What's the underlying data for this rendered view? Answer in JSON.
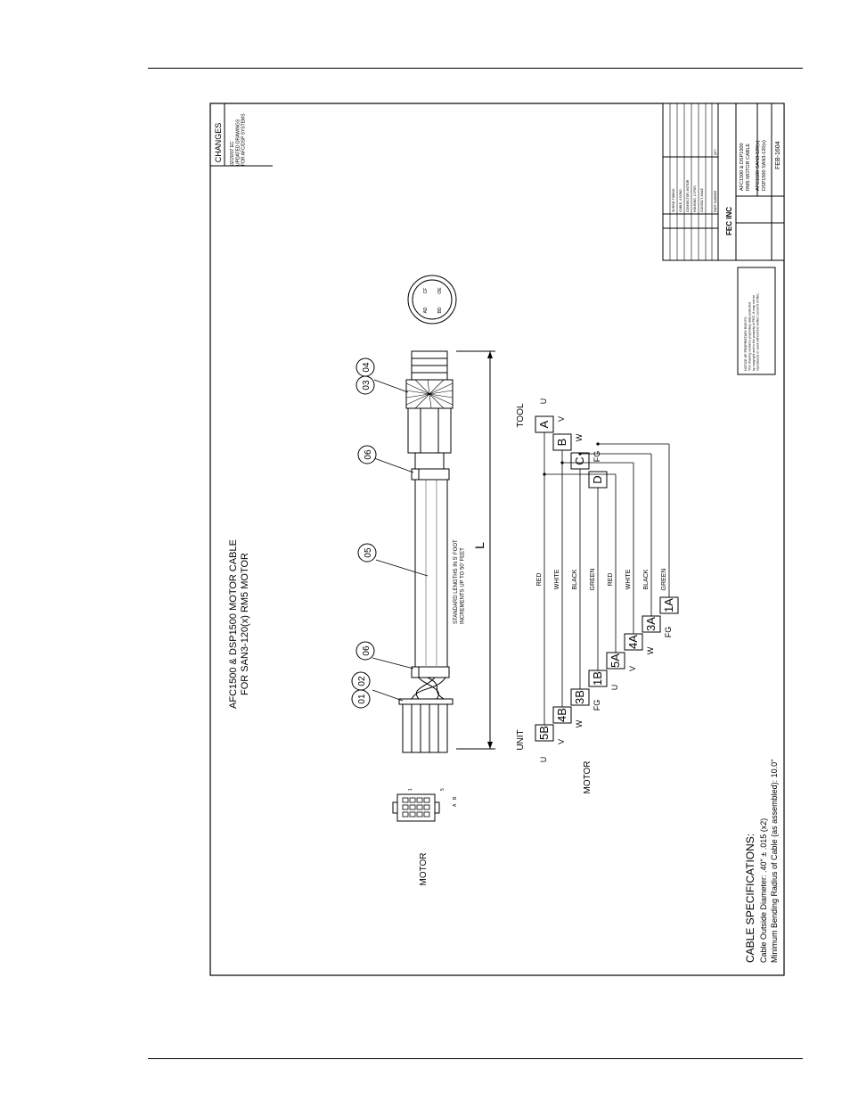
{
  "changes": {
    "heading": "CHANGES",
    "entry": "02/20/07 EC\nUPDATED DRAWINGS\nFOR AFC/DSP SYSTEMS"
  },
  "title": {
    "line1": "AFC1500 & DSP1500 MOTOR CABLE",
    "line2": "FOR SAN3-120(x) RM5 MOTOR"
  },
  "balloons": [
    "01",
    "02",
    "03",
    "04",
    "05",
    "06",
    "06"
  ],
  "cable_note": "STANDARD LENGTHS IN 5' FOOT\nINCREMENTS UP TO 50' FEET",
  "length_label": "L",
  "end_pin_labels": [
    "AD",
    "CF",
    "BD",
    "OE"
  ],
  "motor_connector": {
    "label": "MOTOR",
    "pins": [
      "1",
      "5",
      "B",
      "A"
    ]
  },
  "wiring": {
    "unit_label": "UNIT",
    "tool_label": "TOOL",
    "motor_label": "MOTOR",
    "unit_pins": [
      {
        "signal": "U",
        "pin": "5B",
        "color": "RED"
      },
      {
        "signal": "V",
        "pin": "4B",
        "color": "WHITE"
      },
      {
        "signal": "W",
        "pin": "3B",
        "color": "BLACK"
      },
      {
        "signal": "FG",
        "pin": "1B",
        "color": "GREEN"
      },
      {
        "signal": "U",
        "pin": "5A",
        "color": "RED"
      },
      {
        "signal": "V",
        "pin": "4A",
        "color": "WHITE"
      },
      {
        "signal": "W",
        "pin": "3A",
        "color": "BLACK"
      },
      {
        "signal": "FG",
        "pin": "1A",
        "color": "GREEN"
      }
    ],
    "tool_pins": [
      {
        "pin": "A",
        "signal": "U"
      },
      {
        "pin": "B",
        "signal": "V"
      },
      {
        "pin": "C",
        "signal": "W"
      },
      {
        "pin": "D",
        "signal": "FG"
      }
    ]
  },
  "specs": {
    "heading": "CABLE SPECIFICATIONS:",
    "line1": "Cable Outside Diameter:  .40\" ± .015 (x2)",
    "line2": "Minimum Bending Radius of Cable (as assembled):   10.0\""
  },
  "notice": "NOTICE OF PROPRIETARY RIGHTS\nThis drawing contains proprietary data protected\nby copyright and is the property of FEC. It may not be\nreproduced or used without the written consent of FEC.",
  "title_block": {
    "product": "AFC1500 & DSP1500\nRM5 MOTOR CABLE",
    "part_numbers": "AFC1500 SAN3-120(x)\nDSP1500 SAN3-120(x)",
    "drawing_no": "FEB-1604",
    "company": "FEC INC",
    "parts": [
      "PART NUMBER",
      "QTY",
      "CONTACT, MALE",
      "HOUSING, 10 POS",
      "CONNECTOR, MOTOR",
      "CABLE, 4 COND",
      "SHRINK TUBING"
    ]
  }
}
